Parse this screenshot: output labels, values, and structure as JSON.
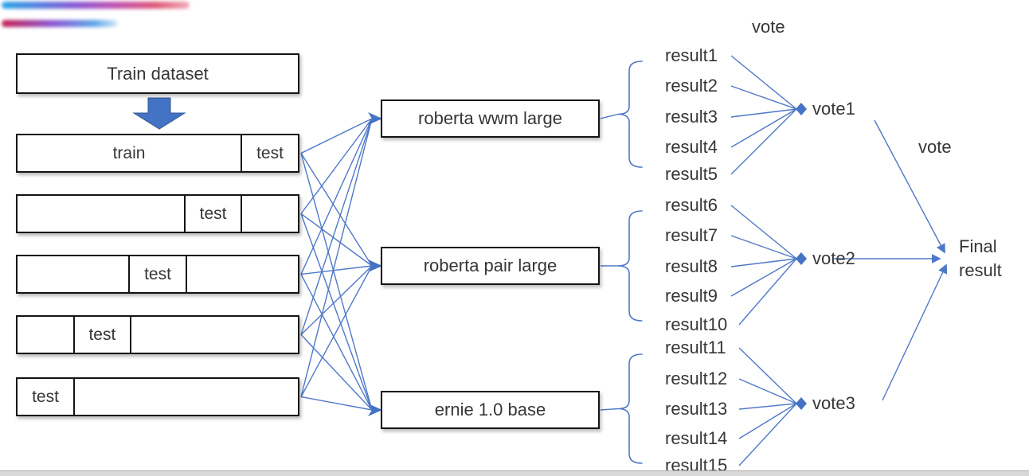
{
  "diagram": {
    "train_dataset_label": "Train dataset",
    "fold_rows": [
      {
        "cells": [
          {
            "label": "train",
            "span": 4
          },
          {
            "label": "test",
            "span": 1
          }
        ]
      },
      {
        "cells": [
          {
            "label": "",
            "span": 3
          },
          {
            "label": "test",
            "span": 1
          },
          {
            "label": "",
            "span": 1
          }
        ]
      },
      {
        "cells": [
          {
            "label": "",
            "span": 2
          },
          {
            "label": "test",
            "span": 1
          },
          {
            "label": "",
            "span": 2
          }
        ]
      },
      {
        "cells": [
          {
            "label": "",
            "span": 1
          },
          {
            "label": "test",
            "span": 1
          },
          {
            "label": "",
            "span": 3
          }
        ]
      },
      {
        "cells": [
          {
            "label": "test",
            "span": 1
          },
          {
            "label": "",
            "span": 4
          }
        ]
      }
    ],
    "models": [
      {
        "label": "roberta wwm large"
      },
      {
        "label": "roberta pair large"
      },
      {
        "label": "ernie 1.0 base"
      }
    ],
    "result_groups": [
      {
        "vote": "vote1",
        "results": [
          "result1",
          "result2",
          "result3",
          "result4",
          "result5"
        ]
      },
      {
        "vote": "vote2",
        "results": [
          "result6",
          "result7",
          "result8",
          "result9",
          "result10"
        ]
      },
      {
        "vote": "vote3",
        "results": [
          "result11",
          "result12",
          "result13",
          "result14",
          "result15"
        ]
      }
    ],
    "vote_label_top": "vote",
    "vote_label_right": "vote",
    "final_result_label": "Final result",
    "colors": {
      "accent_blue": "#4472C4",
      "accent_blue_dark": "#2f5597",
      "connector_blue": "#4f78c8",
      "box_border": "#141414"
    },
    "decorations": {
      "gradient_bar_1": [
        "#2aa7e8",
        "#8a5ad6",
        "#c453ae",
        "#e05b78"
      ],
      "gradient_bar_2": [
        "#c62453",
        "#8a5ad6",
        "#5fa8e8"
      ]
    }
  }
}
